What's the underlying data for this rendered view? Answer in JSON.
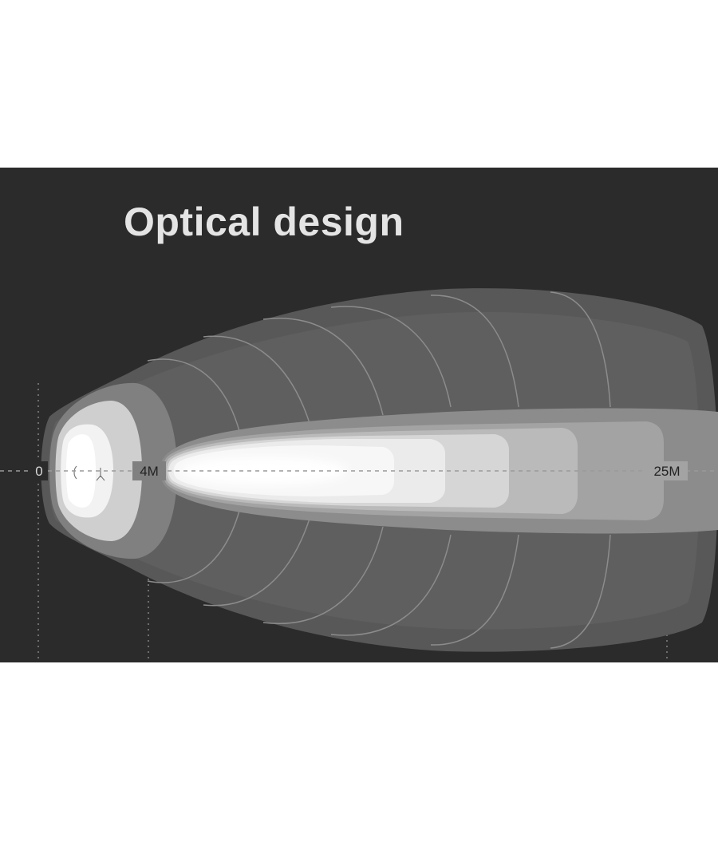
{
  "title": "Optical design",
  "distance_markers": {
    "origin": "0",
    "near": "4M",
    "far": "25M"
  },
  "colors": {
    "background": "#2b2b2b",
    "flood_outer": "#5c5c5c",
    "flood_inner": "#6e6e6e",
    "spot_core": "#ffffff",
    "label": "#d9d9d9"
  }
}
